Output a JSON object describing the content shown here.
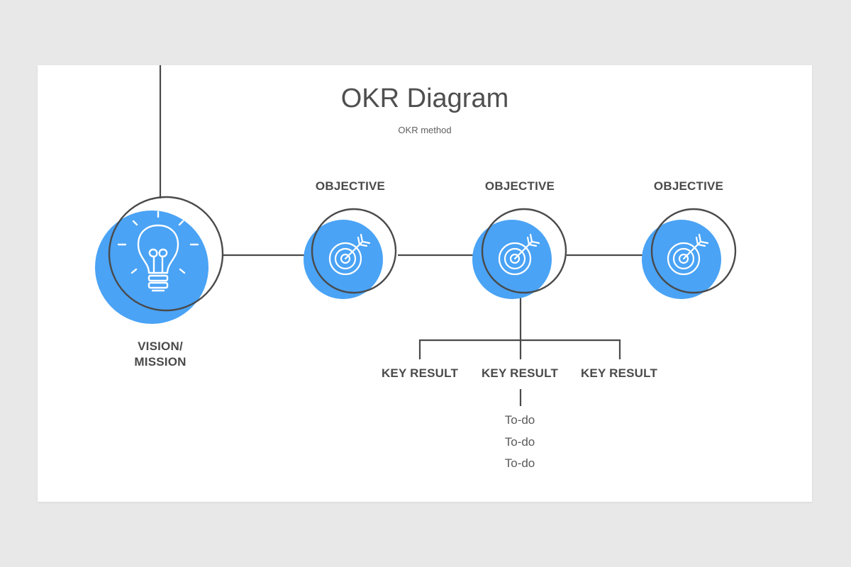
{
  "title": "OKR Diagram",
  "subtitle": "OKR method",
  "vision": {
    "label_line1": "VISION/",
    "label_line2": "MISSION",
    "icon": "lightbulb-icon"
  },
  "objectives": [
    {
      "label": "OBJECTIVE",
      "icon": "target-arrow-icon"
    },
    {
      "label": "OBJECTIVE",
      "icon": "target-arrow-icon"
    },
    {
      "label": "OBJECTIVE",
      "icon": "target-arrow-icon"
    }
  ],
  "key_results": [
    {
      "label": "KEY RESULT"
    },
    {
      "label": "KEY RESULT"
    },
    {
      "label": "KEY RESULT"
    }
  ],
  "todos": [
    "To-do",
    "To-do",
    "To-do"
  ],
  "colors": {
    "accent": "#4aa3f5",
    "line": "#4a4a4a",
    "background": "#e9e8e9",
    "slide": "#ffffff"
  }
}
